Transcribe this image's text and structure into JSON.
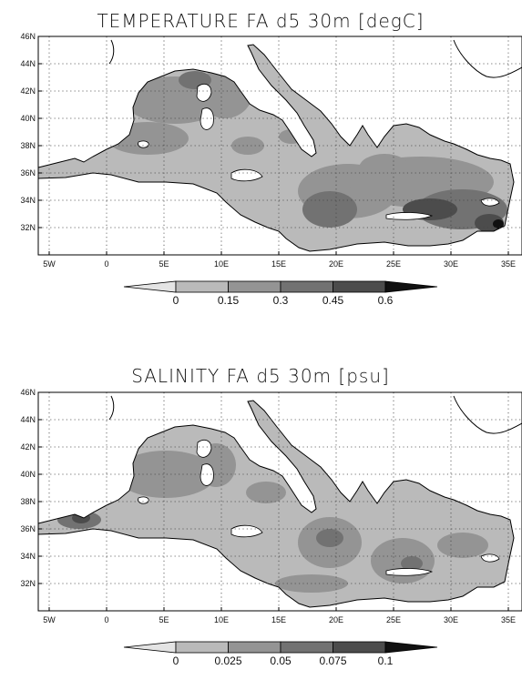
{
  "panels": [
    {
      "title": "TEMPERATURE FA d5 30m [degC]",
      "x_ticks": [
        "5W",
        "0",
        "5E",
        "10E",
        "15E",
        "20E",
        "25E",
        "30E",
        "35E"
      ],
      "y_ticks": [
        "46N",
        "44N",
        "42N",
        "40N",
        "38N",
        "36N",
        "34N",
        "32N"
      ],
      "colorbar_labels": [
        "0",
        "0.15",
        "0.3",
        "0.45",
        "0.6"
      ],
      "colors": [
        "#e4e4e4",
        "#bababa",
        "#949494",
        "#727272",
        "#4c4c4c",
        "#111111"
      ]
    },
    {
      "title": "SALINITY FA d5 30m [psu]",
      "x_ticks": [
        "5W",
        "0",
        "5E",
        "10E",
        "15E",
        "20E",
        "25E",
        "30E",
        "35E"
      ],
      "y_ticks": [
        "46N",
        "44N",
        "42N",
        "40N",
        "38N",
        "36N",
        "34N",
        "32N"
      ],
      "colorbar_labels": [
        "0",
        "0.025",
        "0.05",
        "0.075",
        "0.1"
      ],
      "colors": [
        "#e4e4e4",
        "#bababa",
        "#949494",
        "#727272",
        "#4c4c4c",
        "#111111"
      ]
    }
  ]
}
